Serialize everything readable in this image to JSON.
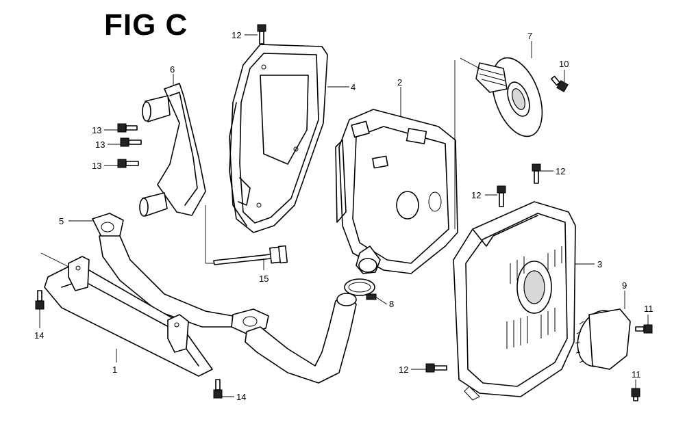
{
  "figure": {
    "title": "FIG C"
  },
  "callouts": [
    {
      "id": "c1",
      "label": "1"
    },
    {
      "id": "c2",
      "label": "2"
    },
    {
      "id": "c3",
      "label": "3"
    },
    {
      "id": "c4",
      "label": "4"
    },
    {
      "id": "c5",
      "label": "5"
    },
    {
      "id": "c6",
      "label": "6"
    },
    {
      "id": "c7",
      "label": "7"
    },
    {
      "id": "c8",
      "label": "8"
    },
    {
      "id": "c9",
      "label": "9"
    },
    {
      "id": "c10",
      "label": "10"
    },
    {
      "id": "c11a",
      "label": "11"
    },
    {
      "id": "c11b",
      "label": "11"
    },
    {
      "id": "c12a",
      "label": "12"
    },
    {
      "id": "c12b",
      "label": "12"
    },
    {
      "id": "c12c",
      "label": "12"
    },
    {
      "id": "c12d",
      "label": "12"
    },
    {
      "id": "c13a",
      "label": "13"
    },
    {
      "id": "c13b",
      "label": "13"
    },
    {
      "id": "c13c",
      "label": "13"
    },
    {
      "id": "c14a",
      "label": "14"
    },
    {
      "id": "c14b",
      "label": "14"
    },
    {
      "id": "c15",
      "label": "15"
    }
  ]
}
